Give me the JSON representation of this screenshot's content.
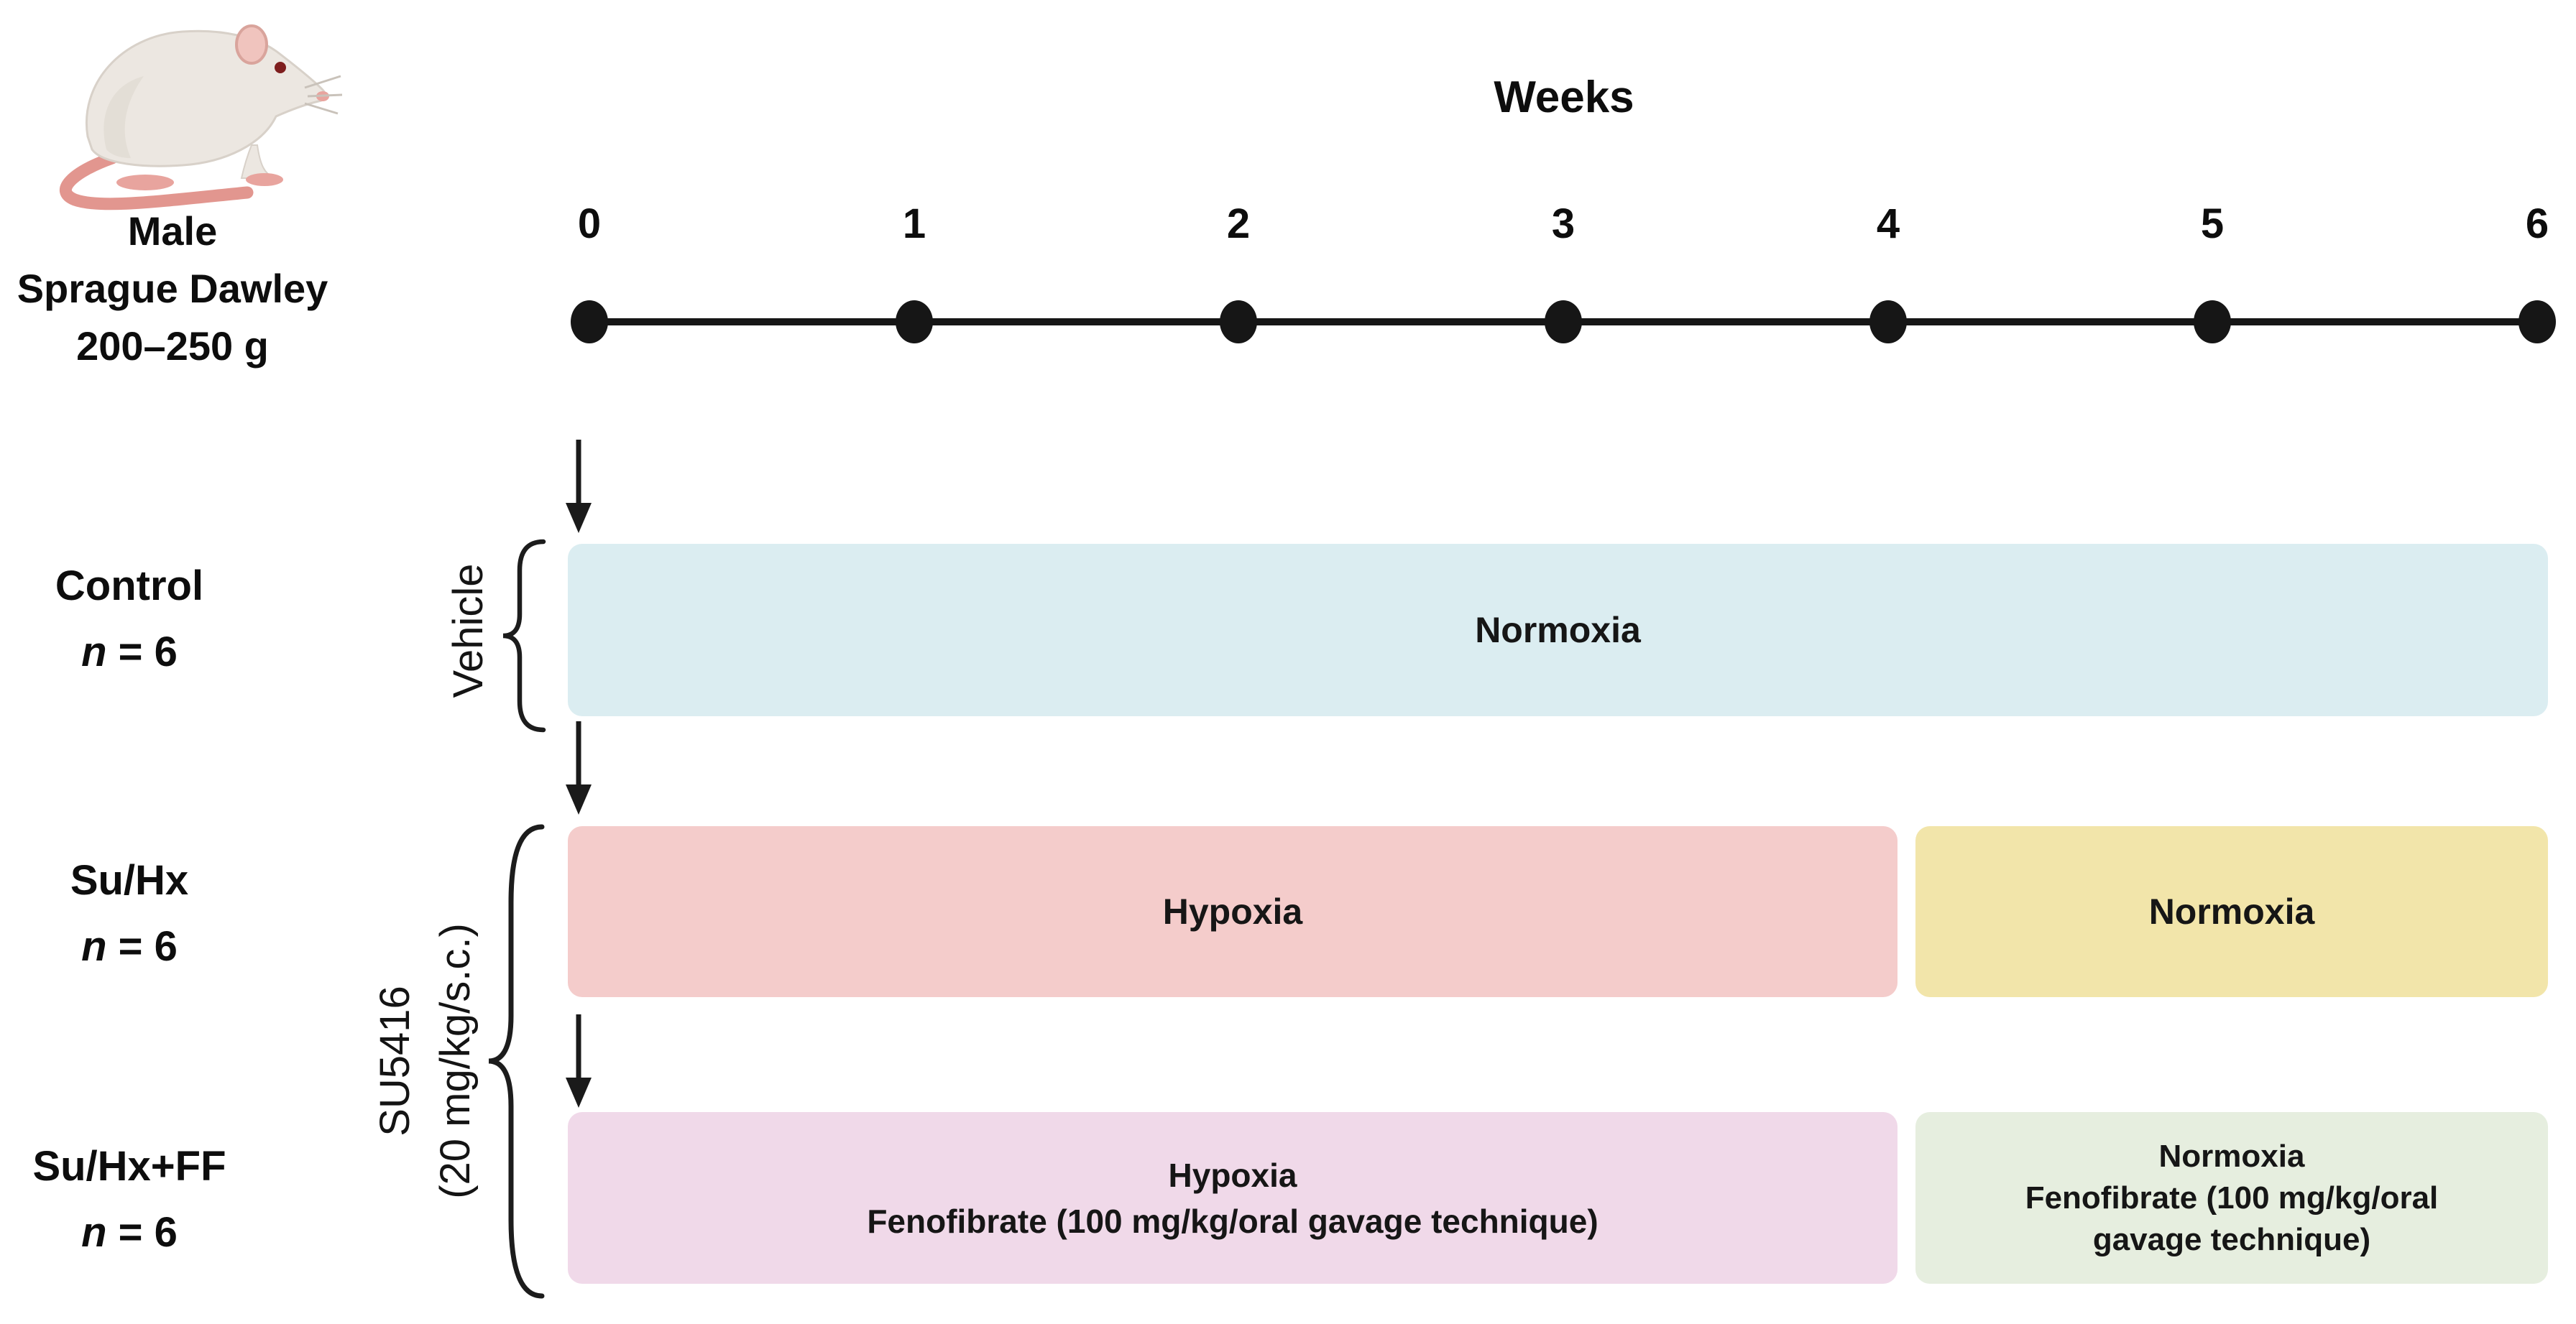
{
  "subject": {
    "description": "Male\nSprague Dawley\n200–250 g",
    "icon": "rat-illustration"
  },
  "timeline": {
    "title": "Weeks",
    "ticks": [
      "0",
      "1",
      "2",
      "3",
      "4",
      "5",
      "6"
    ]
  },
  "su5416_bracket": {
    "label": "SU5416\n(20 mg/kg/s.c.)"
  },
  "groups": [
    {
      "name": "Control",
      "n_italic": "n",
      "n_rest": " = 6",
      "bracket_label": "Vehicle",
      "bars": [
        {
          "label": "Normoxia",
          "weeks_start": 0,
          "weeks_end": 6,
          "color": "#DBEDF1"
        }
      ]
    },
    {
      "name": "Su/Hx",
      "n_italic": "n",
      "n_rest": " = 6",
      "bars": [
        {
          "label": "Hypoxia",
          "weeks_start": 0,
          "weeks_end": 4,
          "color": "#F4CCCB"
        },
        {
          "label": "Normoxia",
          "weeks_start": 4,
          "weeks_end": 6,
          "color": "#F2E5AA"
        }
      ]
    },
    {
      "name": "Su/Hx+FF",
      "n_italic": "n",
      "n_rest": " = 6",
      "bars": [
        {
          "label": "Hypoxia\nFenofibrate (100 mg/kg/oral gavage technique)",
          "weeks_start": 0,
          "weeks_end": 4,
          "color": "#F0D9E9"
        },
        {
          "label": "Normoxia\nFenofibrate (100 mg/kg/oral\ngavage technique)",
          "weeks_start": 4,
          "weeks_end": 6,
          "color": "#E6EEDF"
        }
      ]
    }
  ],
  "colors": {
    "axis": "#161616",
    "text": "#0d0d0d"
  }
}
